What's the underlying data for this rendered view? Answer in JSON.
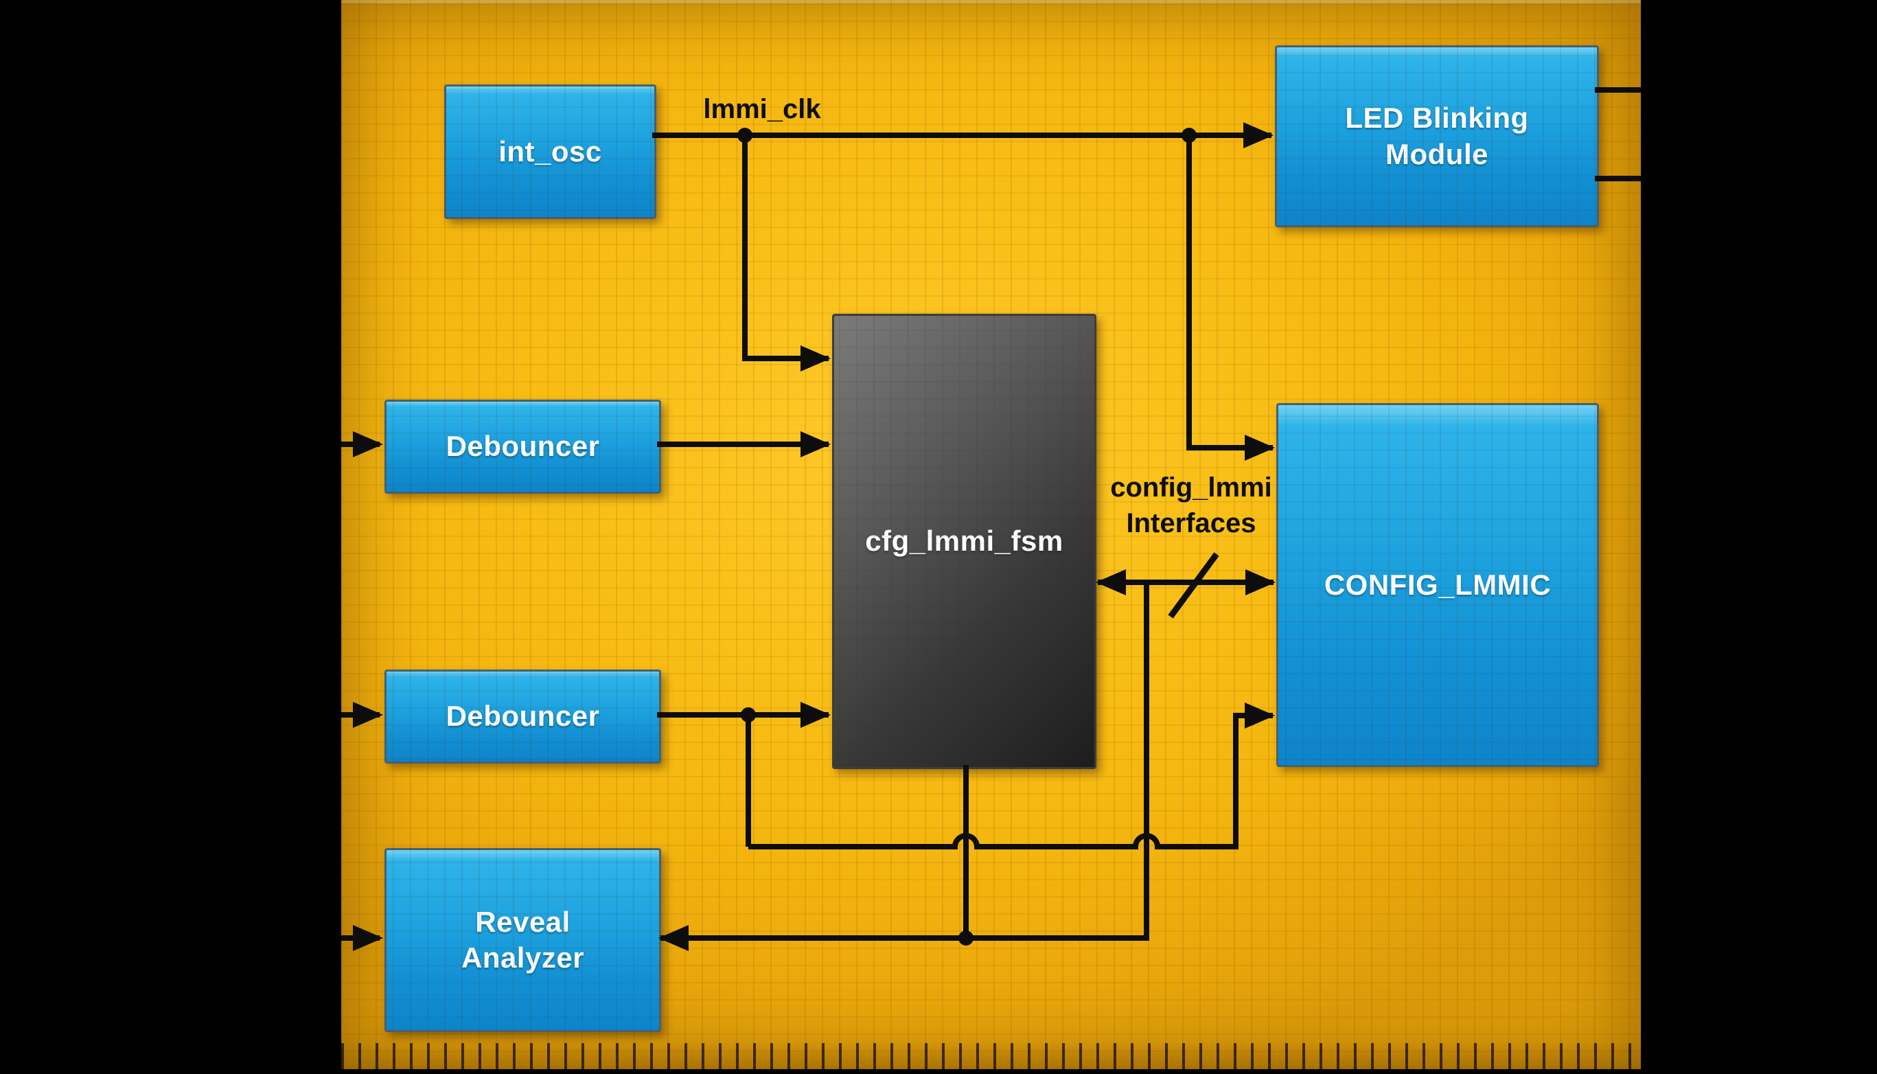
{
  "diagram": {
    "type": "fpga-block-diagram",
    "blocks": {
      "int_osc": {
        "label": "int_osc"
      },
      "debouncer_top": {
        "label": "Debouncer"
      },
      "debouncer_bottom": {
        "label": "Debouncer"
      },
      "reveal_analyzer": {
        "label": "Reveal\nAnalyzer"
      },
      "cfg_lmmi_fsm": {
        "label": "cfg_lmmi_fsm"
      },
      "led_blinking_module": {
        "label": "LED Blinking\nModule"
      },
      "config_lmmic": {
        "label": "CONFIG_LMMIC"
      }
    },
    "labels": {
      "clock_signal": "lmmi_clk",
      "bus": "config_lmmi\nInterfaces"
    },
    "colors": {
      "canvas_yellow": "#f9be16",
      "block_blue": "#1ca0de",
      "block_gray": "#3a3a3a",
      "wire_black": "#0d0d0d",
      "label_text": "#0d0d0d",
      "block_text": "#ffffff",
      "background": "#000000"
    }
  }
}
